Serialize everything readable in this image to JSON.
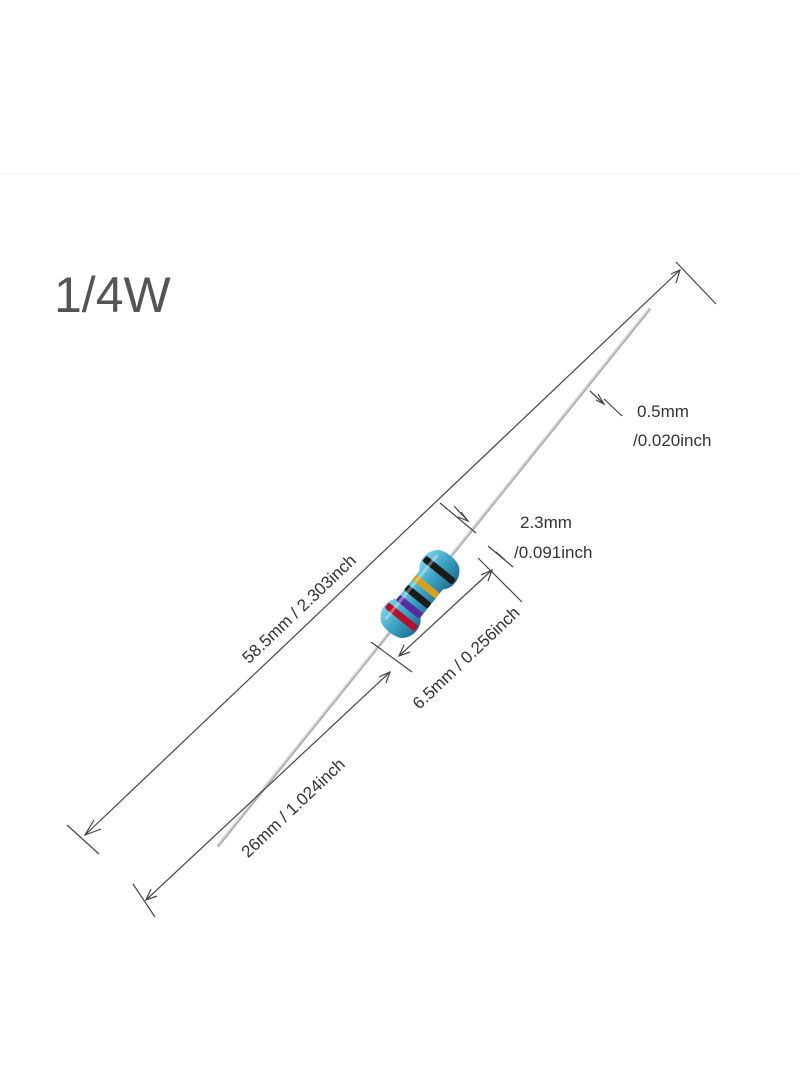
{
  "title": "1/4W",
  "dimensions": {
    "lead_diameter_mm": "0.5mm",
    "lead_diameter_inch": "/0.020inch",
    "body_diameter_mm": "2.3mm",
    "body_diameter_inch": "/0.091inch",
    "total_length": "58.5mm / 2.303inch",
    "body_length": "6.5mm / 0.256inch",
    "lead_length": "26mm / 1.024inch"
  },
  "colors": {
    "body": "#3fa7c9",
    "text": "#333333",
    "title": "#545454",
    "bands": [
      "#b3122a",
      "#5a2ca0",
      "#1a1a1a",
      "#d6a21e",
      "#1a1a1a"
    ]
  }
}
